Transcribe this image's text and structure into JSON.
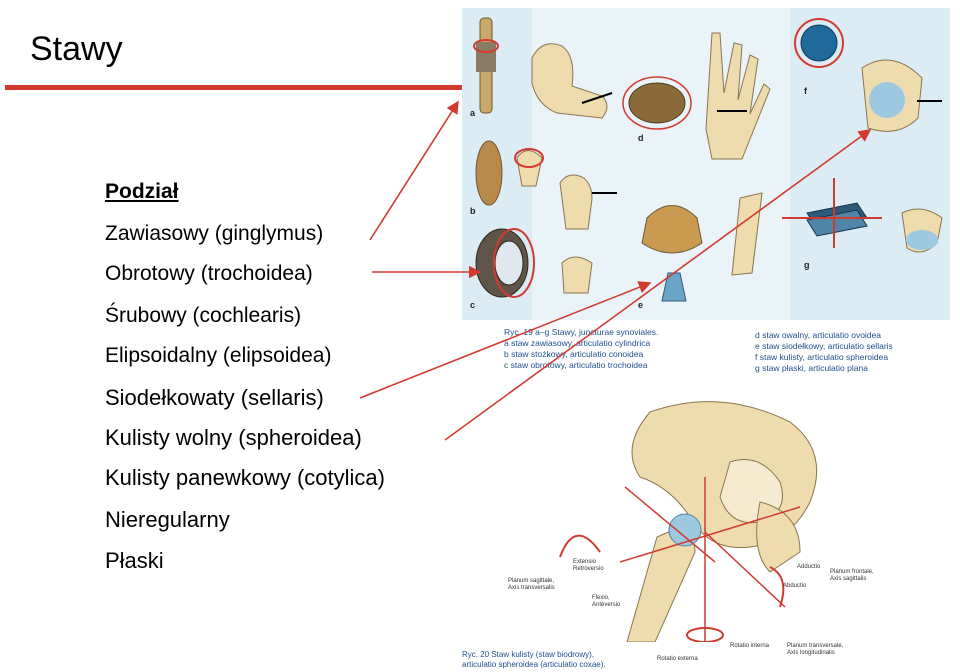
{
  "slide": {
    "title": "Stawy",
    "subtitle": "Podział",
    "items": [
      "Zawiasowy (ginglymus)",
      "Obrotowy (trochoidea)",
      "Śrubowy (cochlearis)",
      "Elipsoidalny (elipsoidea)",
      "Siodełkowaty (sellaris)",
      "Kulisty wolny (spheroidea)",
      "Kulisty panewkowy (cotylica)",
      "Nieregularny",
      "Płaski"
    ]
  },
  "figure1": {
    "panel_labels": [
      "a",
      "b",
      "c",
      "d",
      "e",
      "f",
      "g"
    ],
    "caption_left": [
      "Ryc. 19 a–g  Stawy, juncturae synoviales.",
      "a  staw zawiasowy, articulatio cylindrica",
      "b  staw stożkowy, articulatio conoidea",
      "c  staw obrotowy, articulatio trochoidea"
    ],
    "caption_right": [
      "d  staw owalny, articulatio ovoidea",
      "e  staw siodełkowy, articulatio sellaris",
      "f  staw kulisty, articulatio spheroidea",
      "g  staw płaski, articulatio plana"
    ]
  },
  "figure2": {
    "caption": [
      "Ryc. 20  Staw kulisty (staw biodrowy),",
      "articulatio spheroidea (articulatio coxae)."
    ],
    "labels": {
      "extensio": "Extensio\nRetroversio",
      "planum_sagittale": "Planum sagittale,\nAxis transversalis",
      "flexio": "Flexio,\nAnteversio",
      "adductio": "Adductio",
      "planum_frontale": "Planum frontale,\nAxis sagittalis",
      "abductio": "Abductio",
      "rotatio_interna": "Rotatio interna",
      "rotatio_externa": "Rotatio externa",
      "planum_transversale": "Planum transversale,\nAxis longitudinalis"
    }
  },
  "colors": {
    "accent": "#d23a30",
    "bone": "#efdcae",
    "caption": "#1f4f8c"
  }
}
